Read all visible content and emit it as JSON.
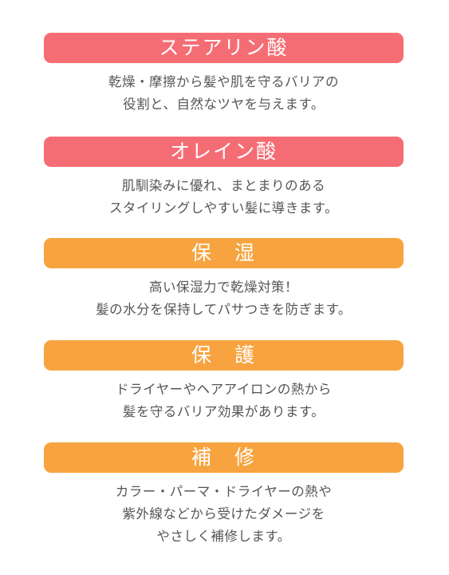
{
  "colors": {
    "banner_pink": "#f56d74",
    "banner_orange": "#f7a440",
    "text_gray": "#555555"
  },
  "features": [
    {
      "title": "ステアリン酸",
      "description": "乾燥・摩擦から髪や肌を守るバリアの\n役割と、自然なツヤを与えます。",
      "color": "#f56d74"
    },
    {
      "title": "オレイン酸",
      "description": "肌馴染みに優れ、まとまりのある\nスタイリングしやすい髪に導きます。",
      "color": "#f56d74"
    },
    {
      "title": "保　湿",
      "description": "高い保湿力で乾燥対策！\n髪の水分を保持してパサつきを防ぎます。",
      "color": "#f7a440"
    },
    {
      "title": "保　護",
      "description": "ドライヤーやヘアアイロンの熱から\n髪を守るバリア効果があります。",
      "color": "#f7a440"
    },
    {
      "title": "補　修",
      "description": "カラー・パーマ・ドライヤーの熱や\n紫外線などから受けたダメージを\nやさしく補修します。",
      "color": "#f7a440"
    }
  ]
}
